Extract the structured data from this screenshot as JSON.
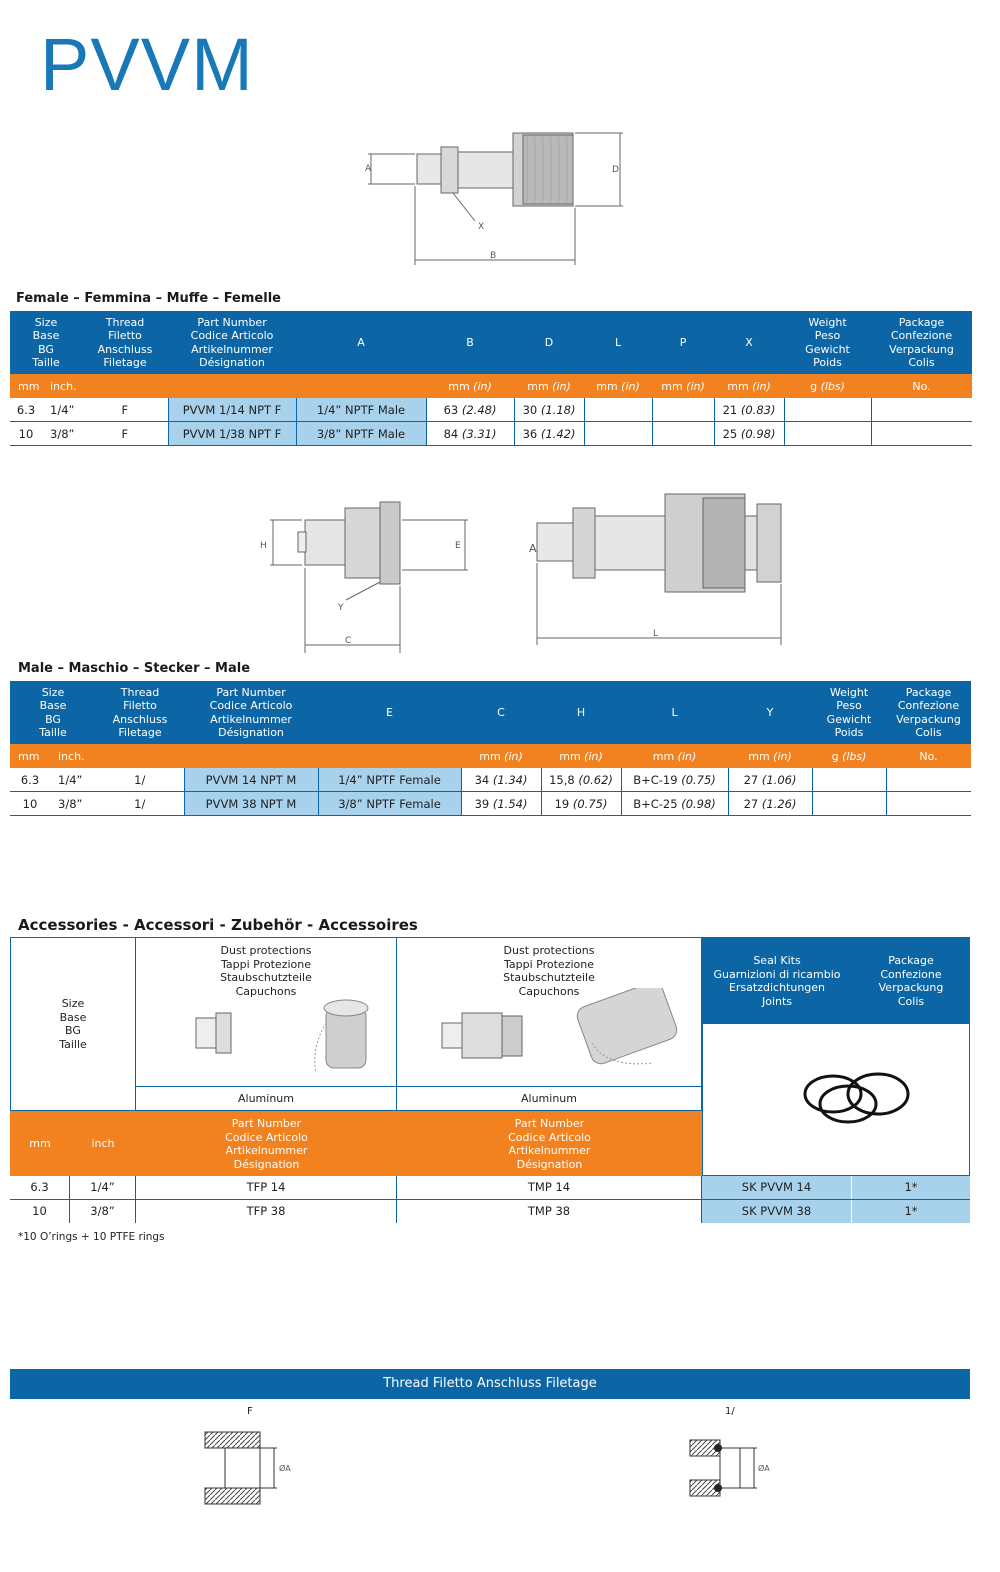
{
  "title": "PVVM",
  "female": {
    "heading": "Female – Femmina – Muffe – Femelle",
    "headers": {
      "size": [
        "Size",
        "Base",
        "BG",
        "Taille"
      ],
      "thread": [
        "Thread",
        "Filetto",
        "Anschluss",
        "Filetage"
      ],
      "part": [
        "Part Number",
        "Codice Articolo",
        "Artikelnummer",
        "Désignation"
      ],
      "a": "A",
      "b": "B",
      "d": "D",
      "l": "L",
      "p": "P",
      "x": "X",
      "weight": [
        "Weight",
        "Peso",
        "Gewicht",
        "Poids"
      ],
      "package": [
        "Package",
        "Confezione",
        "Verpackung",
        "Colis"
      ]
    },
    "units": [
      "mm",
      "inch.",
      "mm",
      "(in)",
      "mm",
      "(in)",
      "mm",
      "(in)",
      "mm",
      "(in)",
      "mm",
      "(in)",
      "g",
      "(lbs)",
      "No."
    ],
    "rows": [
      {
        "mm": "6.3",
        "inch": "1/4”",
        "thread": "F",
        "part": "PVVM 1/14 NPT F",
        "a": "1/4” NPTF Male",
        "b": "63",
        "b_in": "(2.48)",
        "d": "30",
        "d_in": "(1.18)",
        "x": "21",
        "x_in": "(0.83)"
      },
      {
        "mm": "10",
        "inch": "3/8”",
        "thread": "F",
        "part": "PVVM 1/38 NPT F",
        "a": "3/8” NPTF Male",
        "b": "84",
        "b_in": "(3.31)",
        "d": "36",
        "d_in": "(1.42)",
        "x": "25",
        "x_in": "(0.98)"
      }
    ]
  },
  "male": {
    "heading": "Male – Maschio – Stecker – Male",
    "headers": {
      "size": [
        "Size",
        "Base",
        "BG",
        "Taille"
      ],
      "thread": [
        "Thread",
        "Filetto",
        "Anschluss",
        "Filetage"
      ],
      "part": [
        "Part Number",
        "Codice Articolo",
        "Artikelnummer",
        "Désignation"
      ],
      "e": "E",
      "c": "C",
      "h": "H",
      "l": "L",
      "y": "Y",
      "weight": [
        "Weight",
        "Peso",
        "Gewicht",
        "Poids"
      ],
      "package": [
        "Package",
        "Confezione",
        "Verpackung",
        "Colis"
      ]
    },
    "units": [
      "mm",
      "inch.",
      "mm",
      "(in)",
      "mm",
      "(in)",
      "mm",
      "(in)",
      "mm",
      "(in)",
      "g",
      "(lbs)",
      "No."
    ],
    "rows": [
      {
        "mm": "6.3",
        "inch": "1/4”",
        "thread": "1/",
        "part": "PVVM 14 NPT M",
        "e": "1/4” NPTF Female",
        "c": "34",
        "c_in": "(1.34)",
        "h": "15,8",
        "h_in": "(0.62)",
        "l": "B+C-19",
        "l_in": "(0.75)",
        "y": "27",
        "y_in": "(1.06)"
      },
      {
        "mm": "10",
        "inch": "3/8”",
        "thread": "1/",
        "part": "PVVM 38 NPT M",
        "e": "3/8” NPTF Female",
        "c": "39",
        "c_in": "(1.54)",
        "h": "19",
        "h_in": "(0.75)",
        "l": "B+C-25",
        "l_in": "(0.98)",
        "y": "27",
        "y_in": "(1.26)"
      }
    ]
  },
  "drawings": {
    "female": {
      "a": "A",
      "d": "D",
      "x": "X",
      "b": "B"
    },
    "male": {
      "h": "H",
      "e": "E",
      "y": "Y",
      "c": "C"
    },
    "coupled": {
      "a": "A",
      "l": "L"
    }
  },
  "accessories": {
    "heading": "Accessories - Accessori - Zubehör - Accessoires",
    "size": [
      "Size",
      "Base",
      "BG",
      "Taille"
    ],
    "dust1": [
      "Dust protections",
      "Tappi Protezione",
      "Staubschutzteile",
      "Capuchons"
    ],
    "dust2": [
      "Dust protections",
      "Tappi Protezione",
      "Staubschutzteile",
      "Capuchons"
    ],
    "seal": [
      "Seal Kits",
      "Guarnizioni di ricambio",
      "Ersatzdichtungen",
      "Joints"
    ],
    "package": [
      "Package",
      "Confezione",
      "Verpackung",
      "Colis"
    ],
    "material1": "Aluminum",
    "material2": "Aluminum",
    "unit_mm": "mm",
    "unit_inch": "inch",
    "part1": [
      "Part Number",
      "Codice Articolo",
      "Artikelnummer",
      "Désignation"
    ],
    "part2": [
      "Part Number",
      "Codice Articolo",
      "Artikelnummer",
      "Désignation"
    ],
    "rows": [
      {
        "mm": "6.3",
        "inch": "1/4”",
        "tfp": "TFP 14",
        "tmp": "TMP 14",
        "sk": "SK PVVM 14",
        "pkg": "1*"
      },
      {
        "mm": "10",
        "inch": "3/8”",
        "tfp": "TFP 38",
        "tmp": "TMP 38",
        "sk": "SK PVVM 38",
        "pkg": "1*"
      }
    ],
    "footnote": "*10 O’rings + 10 PTFE rings"
  },
  "thread_bar": {
    "label": "Thread  Filetto  Anschluss  Filetage",
    "f_label": "F",
    "m_label": "1/",
    "dim_f": "ØA",
    "dim_m": "ØA"
  },
  "colors": {
    "brand_blue": "#0c66a6",
    "title_blue": "#1878b8",
    "orange": "#f2821f",
    "light_blue": "#a8d1ec"
  }
}
